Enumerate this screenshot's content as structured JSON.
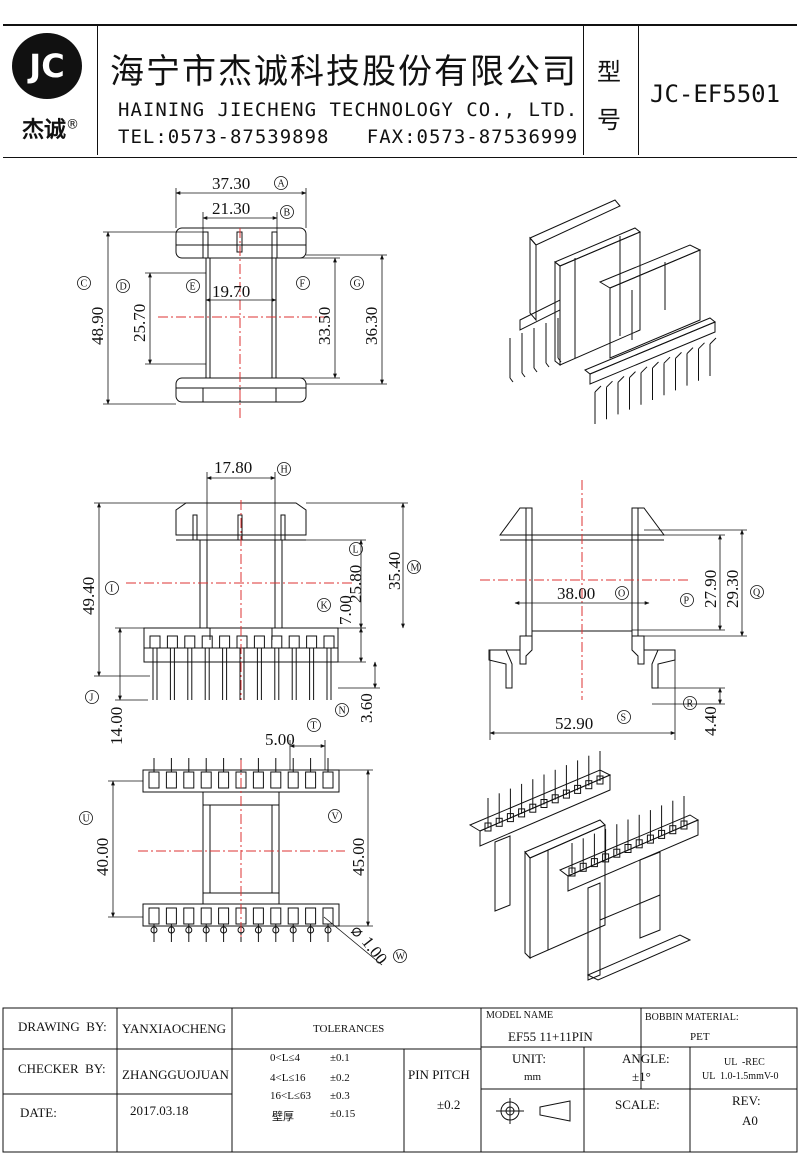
{
  "header": {
    "logo_letters": "JC",
    "logo_brand": "杰诚",
    "logo_reg": "®",
    "company_cn": "海宁市杰诚科技股份有限公司",
    "company_en": "HAINING JIECHENG TECHNOLOGY CO., LTD.",
    "contact": "TEL:0573-87539898   FAX:0573-87536999",
    "type_label_1": "型",
    "type_label_2": "号",
    "model_number": "JC-EF5501"
  },
  "dimensions": {
    "A": {
      "value": "37.30",
      "tag": "A"
    },
    "B": {
      "value": "21.30",
      "tag": "B"
    },
    "C": {
      "value": "48.90",
      "tag": "C"
    },
    "D": {
      "value": "25.70",
      "tag": "D"
    },
    "E": {
      "value": "19.70",
      "tag": "E"
    },
    "F": {
      "value": "33.50",
      "tag": "F"
    },
    "G": {
      "value": "36.30",
      "tag": "G"
    },
    "H": {
      "value": "17.80",
      "tag": "H"
    },
    "I": {
      "value": "49.40",
      "tag": "I"
    },
    "J": {
      "value": "14.00",
      "tag": "J"
    },
    "K": {
      "value": "7.00",
      "tag": "K"
    },
    "L": {
      "value": "25.80",
      "tag": "L"
    },
    "M": {
      "value": "35.40",
      "tag": "M"
    },
    "N": {
      "value": "3.60",
      "tag": "N"
    },
    "O": {
      "value": "38.00",
      "tag": "O"
    },
    "P": {
      "value": "27.90",
      "tag": "P"
    },
    "Q": {
      "value": "29.30",
      "tag": "Q"
    },
    "R": {
      "value": "4.40",
      "tag": "R"
    },
    "S": {
      "value": "52.90",
      "tag": "S"
    },
    "T": {
      "value": "5.00",
      "tag": "T"
    },
    "U": {
      "value": "40.00",
      "tag": "U"
    },
    "V": {
      "value": "45.00",
      "tag": "V"
    },
    "W": {
      "value": "1.00",
      "tag": "W",
      "prefix": "⌀"
    }
  },
  "title_block": {
    "drawing_by_label": "DRAWING  BY:",
    "drawing_by": "YANXIAOCHENG",
    "checker_by_label": "CHECKER  BY:",
    "checker_by": "ZHANGGUOJUAN",
    "date_label": "DATE:",
    "date": "2017.03.18",
    "tolerances_label": "TOLERANCES",
    "tolerance_rows": [
      {
        "range": "0<L≤4",
        "tol": "±0.1"
      },
      {
        "range": "4<L≤16",
        "tol": "±0.2"
      },
      {
        "range": "16<L≤63",
        "tol": "±0.3"
      },
      {
        "range": "壁厚",
        "tol": "±0.15"
      }
    ],
    "pin_pitch_label": "PIN PITCH",
    "pin_pitch_tol": "±0.2",
    "model_name_label": "MODEL NAME",
    "model_name": "EF55 11+11PIN",
    "bobbin_material_label": "BOBBIN MATERIAL:",
    "bobbin_material": "PET",
    "unit_label": "UNIT:",
    "unit": "mm",
    "angle_label": "ANGLE:",
    "angle_tol": "±1°",
    "ul_line1": "UL  -REC",
    "ul_line2": "UL  1.0-1.5mmV-0",
    "scale_label": "SCALE:",
    "rev_label": "REV:",
    "rev": "A0"
  }
}
